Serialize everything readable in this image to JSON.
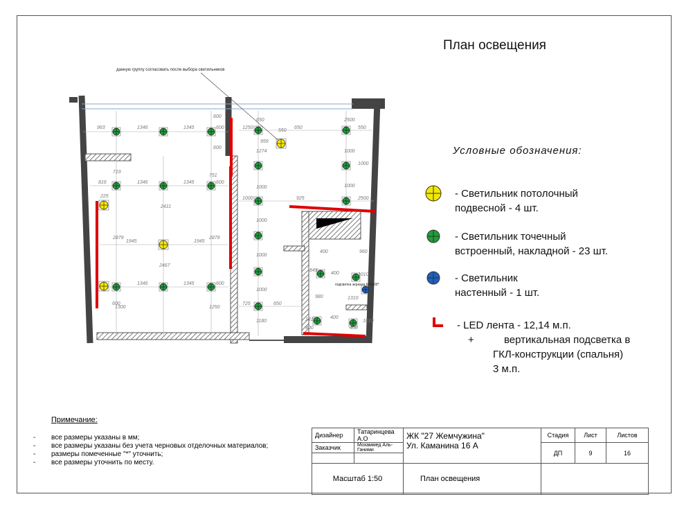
{
  "title": "План освещения",
  "plan_note": "данную группу согласовать после выбора светильников",
  "mirror_note": "подсветка зеркала h=1000*",
  "dimensions": [
    "963",
    "1346",
    "1345",
    "600",
    "600",
    "600",
    "816",
    "719",
    "751",
    "1346",
    "1345",
    "600",
    "225",
    "2411",
    "2879",
    "1945",
    "1945",
    "2879",
    "2467",
    "1346",
    "1345",
    "600",
    "600",
    "1300",
    "1250",
    "1250",
    "650",
    "550",
    "959",
    "1274",
    "1000",
    "1000",
    "1000",
    "1000",
    "1000",
    "650",
    "1180",
    "725",
    "650",
    "2500",
    "550",
    "1000",
    "1000",
    "1000",
    "925",
    "2500",
    "845",
    "400",
    "1010",
    "400",
    "960",
    "980",
    "1310",
    "1310",
    "400",
    "1010",
    "400",
    "400",
    "400"
  ],
  "legend": {
    "heading": "Условные обозначения:",
    "items": [
      {
        "line1": "- Светильник потолочный",
        "line2": "подвесной - 4 шт.",
        "color": "#f4e800"
      },
      {
        "line1": "- Светильник точечный",
        "line2": "встроенный, накладной - 23 шт.",
        "color": "#1e9e3a"
      },
      {
        "line1": "- Светильник",
        "line2": "настенный - 1 шт.",
        "color": "#1f5fbf"
      }
    ],
    "led": {
      "line1": "- LED лента - 12,14 м.п.",
      "plus": "+",
      "line2": "вертикальная подсветка в",
      "line3": "ГКЛ-конструкции (спальня)",
      "line4": "3 м.п.",
      "color": "#e00000"
    }
  },
  "notes": {
    "heading": "Примечание:",
    "bullet": "-",
    "items": [
      "все размеры указаны в мм;",
      "все размеры указаны без учета черновых отделочных материалов;",
      "размеры помеченные \"*\" уточнить;",
      "все размеры уточнить по месту."
    ]
  },
  "titleblock": {
    "designer_label": "Дизайнер",
    "designer": "Татаринцева А.О",
    "client_label": "Заказчик",
    "client": "Мохаммед Аль-Ганими",
    "project": "ЖК \"27 Жемчужина\"",
    "address": "Ул. Каманина 16 А",
    "stage_label": "Стадия",
    "sheet_label": "Лист",
    "sheets_label": "Листов",
    "stage": "ДП",
    "sheet": "9",
    "sheets": "16",
    "scale": "Масштаб 1:50",
    "sheet_title": "План освещения"
  }
}
